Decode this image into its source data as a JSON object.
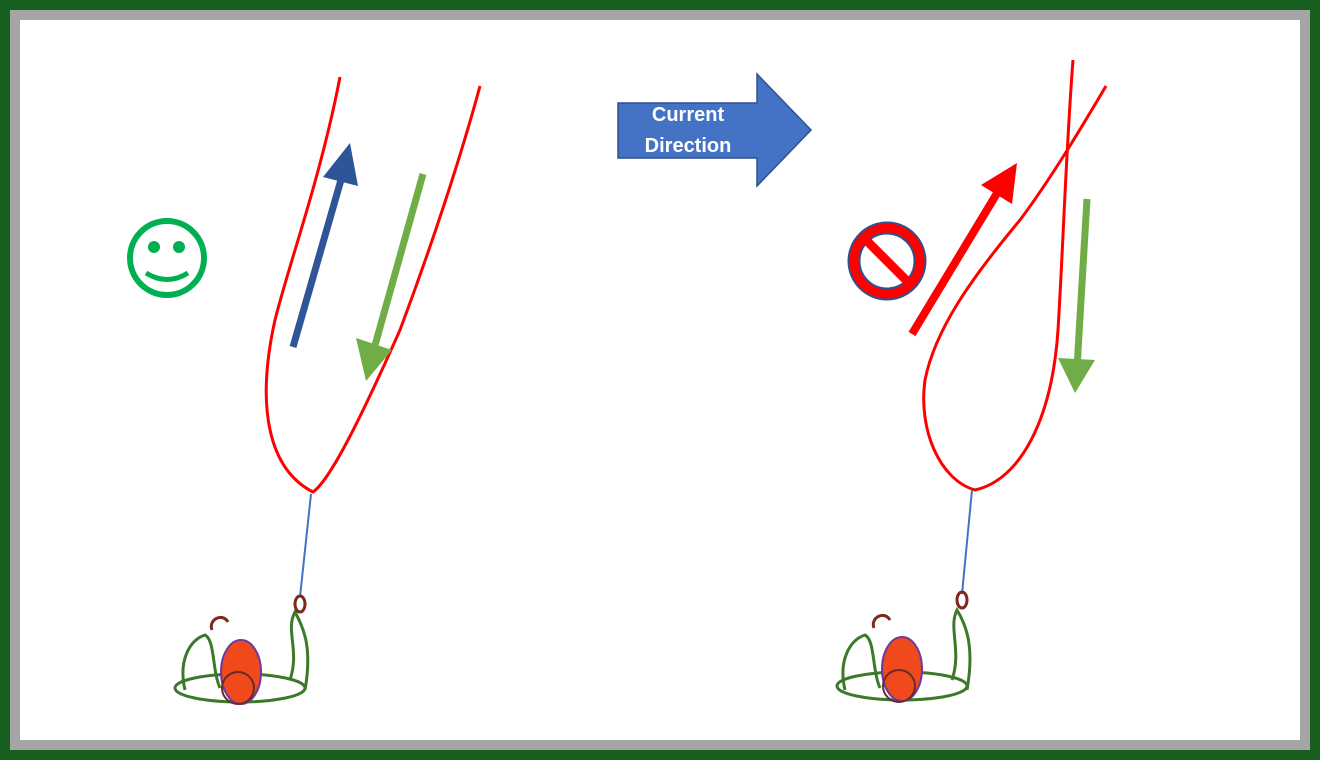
{
  "title": "Kite line current direction diagram",
  "colors": {
    "outer_border": "#17601f",
    "inner_border": "#a5a5a5",
    "background": "#ffffff",
    "line": "#ff0000",
    "up_arrow_good": "#2e5597",
    "down_arrow": "#70ad47",
    "up_arrow_bad": "#ff0000",
    "callout_fill": "#4472c4",
    "callout_stroke": "#2f528f",
    "smiley": "#00b050",
    "no_symbol": "#ff0000",
    "no_symbol_outline": "#2f528f"
  },
  "callout": {
    "line1": "Current",
    "line2": "Direction",
    "icon": "right-arrow-callout"
  },
  "panels": [
    {
      "name": "correct",
      "status_icon": "smiley-face-icon",
      "status": "good"
    },
    {
      "name": "incorrect",
      "status_icon": "prohibited-icon",
      "status": "bad"
    }
  ]
}
